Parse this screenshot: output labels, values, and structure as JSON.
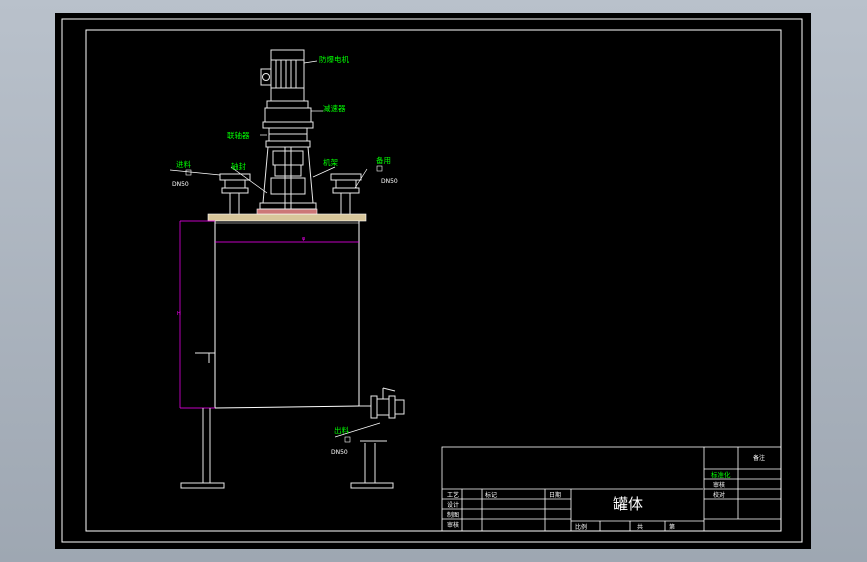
{
  "drawing": {
    "labels": {
      "motor": "防爆电机",
      "reducer": "减速器",
      "coupling": "联轴器",
      "seal": "轴封",
      "frame": "机架",
      "feed": "进料",
      "spare": "备用",
      "outlet": "出料"
    },
    "nozzle_size": "DN50",
    "dim_width": "φ",
    "dim_height": "H"
  },
  "title_block": {
    "part_name": "罐体",
    "top_right": "备注",
    "right_rows": [
      "标准化",
      "审核",
      "校对"
    ],
    "left_rows": [
      "设计",
      "制图",
      "审核",
      "工艺"
    ],
    "mark_cell": "标记",
    "date_cell": "日期",
    "scale_cell": "比例",
    "sheet_cell": "共",
    "page_cell": "第"
  },
  "colors": {
    "background": "#000000",
    "outline": "#ffffff",
    "labels": "#00ff00",
    "dimensions": "#ff00ff",
    "base_plate": "#d8c69a",
    "frame": "#e8e8e8"
  }
}
